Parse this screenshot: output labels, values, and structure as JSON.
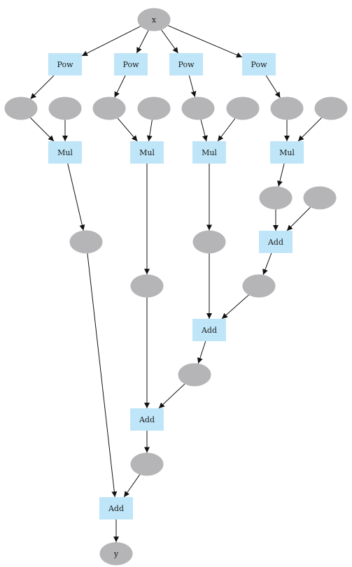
{
  "colors": {
    "variable_fill": "#b5b5b8",
    "op_fill": "#bfe6f8",
    "edge": "#111111"
  },
  "nodes": [
    {
      "id": "x",
      "kind": "var",
      "label": "x"
    },
    {
      "id": "pow1",
      "kind": "op",
      "label": "Pow"
    },
    {
      "id": "pow2",
      "kind": "op",
      "label": "Pow"
    },
    {
      "id": "pow3",
      "kind": "op",
      "label": "Pow"
    },
    {
      "id": "pow4",
      "kind": "op",
      "label": "Pow"
    },
    {
      "id": "p1",
      "kind": "var",
      "label": ""
    },
    {
      "id": "c1",
      "kind": "var",
      "label": ""
    },
    {
      "id": "p2",
      "kind": "var",
      "label": ""
    },
    {
      "id": "c2",
      "kind": "var",
      "label": ""
    },
    {
      "id": "p3",
      "kind": "var",
      "label": ""
    },
    {
      "id": "c3",
      "kind": "var",
      "label": ""
    },
    {
      "id": "p4",
      "kind": "var",
      "label": ""
    },
    {
      "id": "c4",
      "kind": "var",
      "label": ""
    },
    {
      "id": "mul1",
      "kind": "op",
      "label": "Mul"
    },
    {
      "id": "mul2",
      "kind": "op",
      "label": "Mul"
    },
    {
      "id": "mul3",
      "kind": "op",
      "label": "Mul"
    },
    {
      "id": "mul4",
      "kind": "op",
      "label": "Mul"
    },
    {
      "id": "m4",
      "kind": "var",
      "label": ""
    },
    {
      "id": "k",
      "kind": "var",
      "label": ""
    },
    {
      "id": "m1",
      "kind": "var",
      "label": ""
    },
    {
      "id": "m3",
      "kind": "var",
      "label": ""
    },
    {
      "id": "add1",
      "kind": "op",
      "label": "Add"
    },
    {
      "id": "m2",
      "kind": "var",
      "label": ""
    },
    {
      "id": "a1",
      "kind": "var",
      "label": ""
    },
    {
      "id": "add2",
      "kind": "op",
      "label": "Add"
    },
    {
      "id": "a2",
      "kind": "var",
      "label": ""
    },
    {
      "id": "add3",
      "kind": "op",
      "label": "Add"
    },
    {
      "id": "a3",
      "kind": "var",
      "label": ""
    },
    {
      "id": "add4",
      "kind": "op",
      "label": "Add"
    },
    {
      "id": "y",
      "kind": "var",
      "label": "y"
    }
  ],
  "edges": [
    [
      "x",
      "pow1"
    ],
    [
      "x",
      "pow2"
    ],
    [
      "x",
      "pow3"
    ],
    [
      "x",
      "pow4"
    ],
    [
      "pow1",
      "p1"
    ],
    [
      "pow2",
      "p2"
    ],
    [
      "pow3",
      "p3"
    ],
    [
      "pow4",
      "p4"
    ],
    [
      "p1",
      "mul1"
    ],
    [
      "c1",
      "mul1"
    ],
    [
      "p2",
      "mul2"
    ],
    [
      "c2",
      "mul2"
    ],
    [
      "p3",
      "mul3"
    ],
    [
      "c3",
      "mul3"
    ],
    [
      "p4",
      "mul4"
    ],
    [
      "c4",
      "mul4"
    ],
    [
      "mul4",
      "m4"
    ],
    [
      "m4",
      "add1"
    ],
    [
      "k",
      "add1"
    ],
    [
      "mul1",
      "m1"
    ],
    [
      "mul3",
      "m3"
    ],
    [
      "add1",
      "a1"
    ],
    [
      "mul2",
      "m2"
    ],
    [
      "m3",
      "add2"
    ],
    [
      "a1",
      "add2"
    ],
    [
      "add2",
      "a2"
    ],
    [
      "m2",
      "add3"
    ],
    [
      "a2",
      "add3"
    ],
    [
      "add3",
      "a3"
    ],
    [
      "m1",
      "add4"
    ],
    [
      "a3",
      "add4"
    ],
    [
      "add4",
      "y"
    ]
  ]
}
